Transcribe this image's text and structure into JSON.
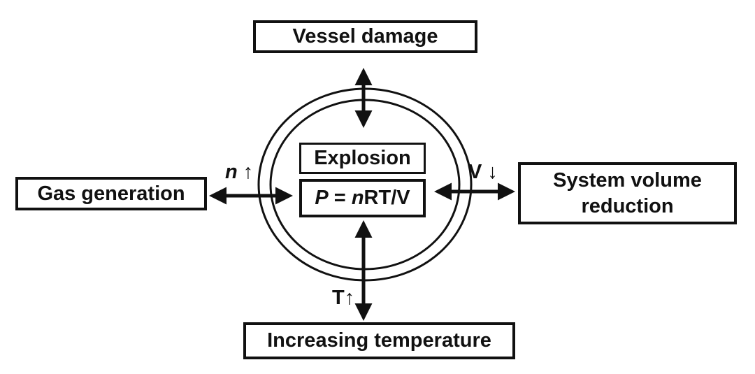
{
  "diagram": {
    "top_box": "Vessel damage",
    "left_box": "Gas generation",
    "right_box_line1": "System volume",
    "right_box_line2": "reduction",
    "bottom_box": "Increasing temperature",
    "center_top": "Explosion",
    "equation": {
      "p": "P",
      "eq": " = ",
      "n": "n",
      "rest": "RT/V"
    },
    "label_n": {
      "var": "n",
      "arrow": "↑"
    },
    "label_v": {
      "var": "V",
      "arrow": "↓"
    },
    "label_t": {
      "var": "T",
      "arrow": "↑"
    }
  },
  "colors": {
    "line": "#111111",
    "background": "#ffffff"
  }
}
